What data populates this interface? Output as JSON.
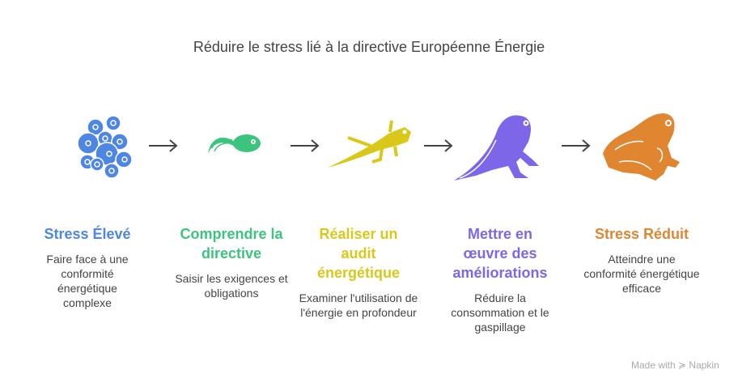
{
  "title": "Réduire le stress lié à la directive Européenne Énergie",
  "steps": [
    {
      "title": "Stress Élevé",
      "desc": "Faire face à une conformité énergétique complexe",
      "color": "#4e86e4",
      "icon": "eggs-icon"
    },
    {
      "title": "Comprendre la directive",
      "desc": "Saisir les exigences et obligations",
      "color": "#3cc47e",
      "icon": "tadpole-icon"
    },
    {
      "title": "Réaliser un audit énergétique",
      "desc": "Examiner l'utilisation de l'énergie en profondeur",
      "color": "#d9c81a",
      "icon": "tadpole-legs-icon"
    },
    {
      "title": "Mettre en œuvre des améliorations",
      "desc": "Réduire la consommation et le gaspillage",
      "color": "#7e66e8",
      "icon": "froglet-icon"
    },
    {
      "title": "Stress Réduit",
      "desc": "Atteindre une conformité énergétique efficace",
      "color": "#e08530",
      "icon": "frog-icon"
    }
  ],
  "brand": "Made with ≽ Napkin"
}
